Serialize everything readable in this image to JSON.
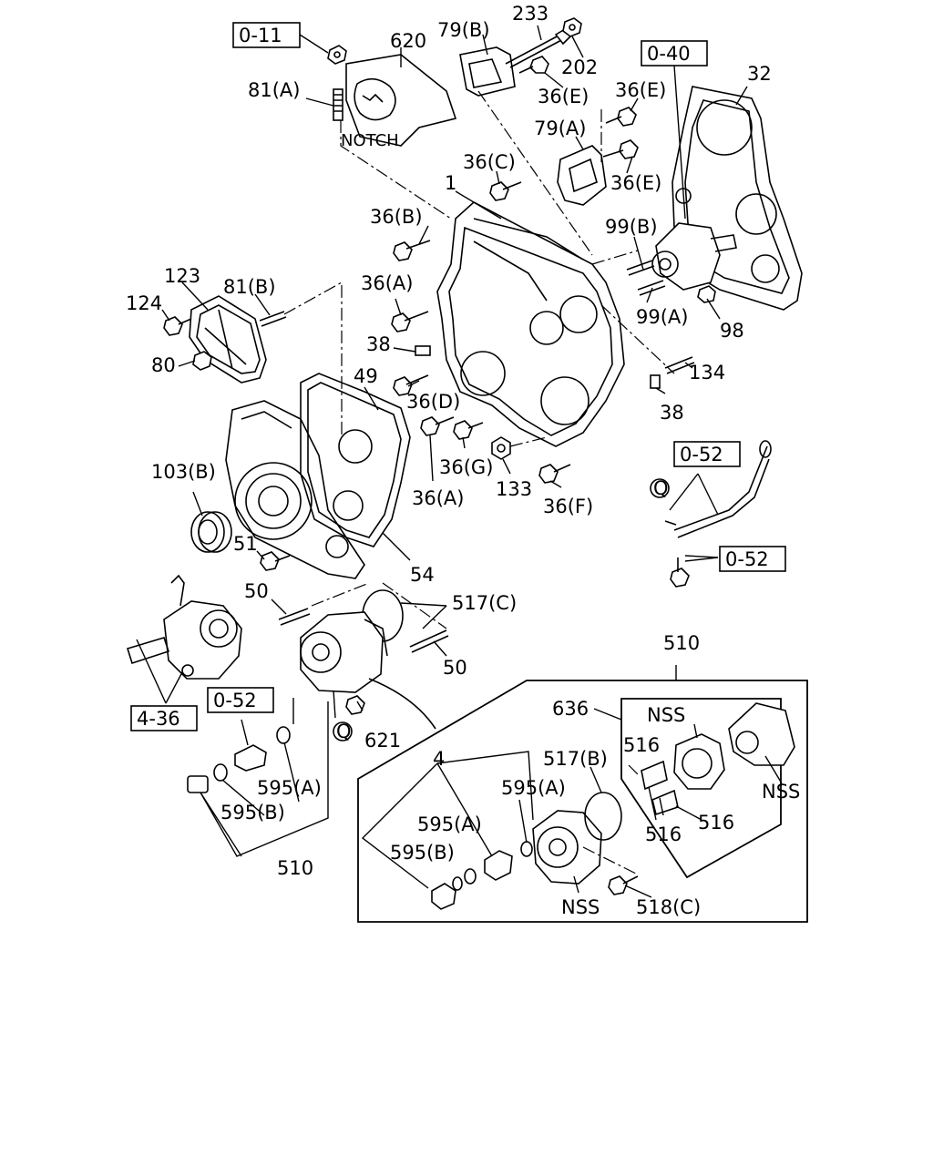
{
  "labels": {
    "l233": "233",
    "l79b": "79(B)",
    "l620": "620",
    "l202": "202",
    "l81a": "81(A)",
    "l36e_top": "36(E)",
    "l36e_right": "36(E)",
    "l32": "32",
    "l79a": "79(A)",
    "l36e_mid": "36(E)",
    "l36c": "36(C)",
    "l1": "1",
    "l36b": "36(B)",
    "l99b": "99(B)",
    "l123": "123",
    "l81b": "81(B)",
    "l124": "124",
    "l36a_top": "36(A)",
    "l99a": "99(A)",
    "l98": "98",
    "l38_left": "38",
    "l80": "80",
    "l134": "134",
    "l49": "49",
    "l36d": "36(D)",
    "l38_right": "38",
    "l36g": "36(G)",
    "l133": "133",
    "l103b": "103(B)",
    "l36a_bottom": "36(A)",
    "l36f": "36(F)",
    "l51": "51",
    "l54": "54",
    "l50_left": "50",
    "l517c": "517(C)",
    "l50_right": "50",
    "l510_top": "510",
    "l636": "636",
    "l621": "621",
    "l4": "4",
    "l517b": "517(B)",
    "l516_a": "516",
    "l595a_left": "595(A)",
    "l595b_left": "595(B)",
    "l510_bottom": "510",
    "l595a_inset": "595(A)",
    "l595a_inset2": "595(A)",
    "l595b_inset": "595(B)",
    "l516_b": "516",
    "l516_c": "516",
    "l518c": "518(C)",
    "nss_top": "NSS",
    "nss_right": "NSS",
    "nss_bottom": "NSS",
    "notch": "NOTCH",
    "q_left": "Q",
    "q_right": "Q"
  },
  "references": {
    "ref_0_11": "0-11",
    "ref_0_40": "0-40",
    "ref_0_52_top": "0-52",
    "ref_0_52_mid": "0-52",
    "ref_0_52_left": "0-52",
    "ref_4_36": "4-36"
  }
}
